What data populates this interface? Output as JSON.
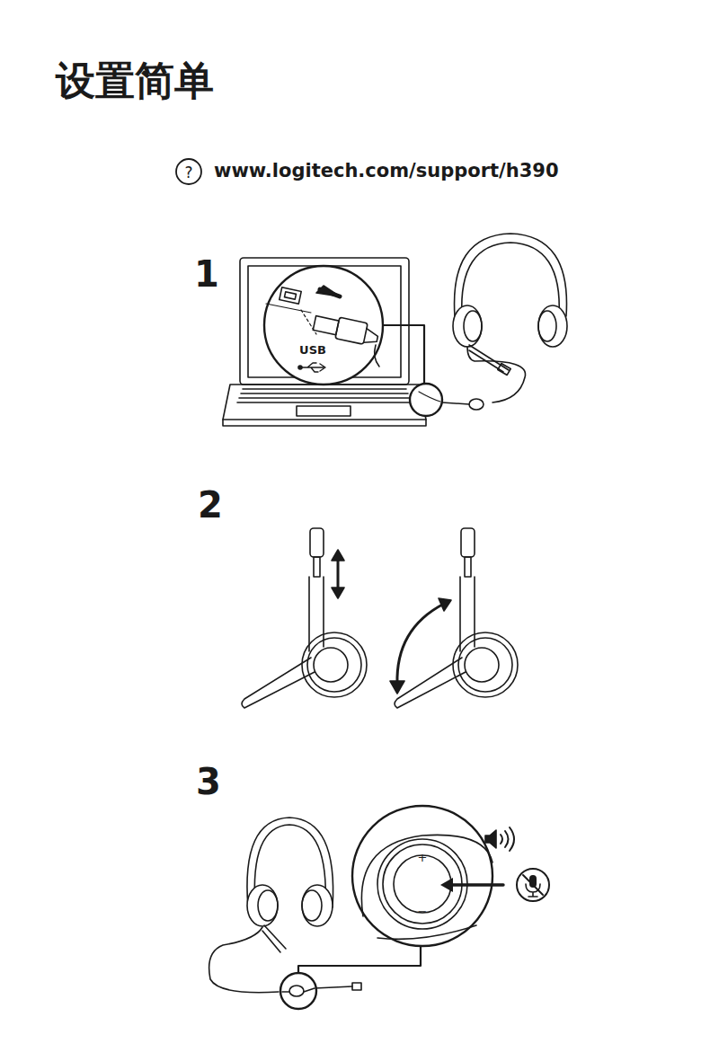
{
  "diagram": {
    "title": "设置简单",
    "labels": [
      "?",
      "www.logitech.com/support/h390",
      "1",
      "USB",
      "2",
      "3",
      "+",
      "−"
    ]
  }
}
